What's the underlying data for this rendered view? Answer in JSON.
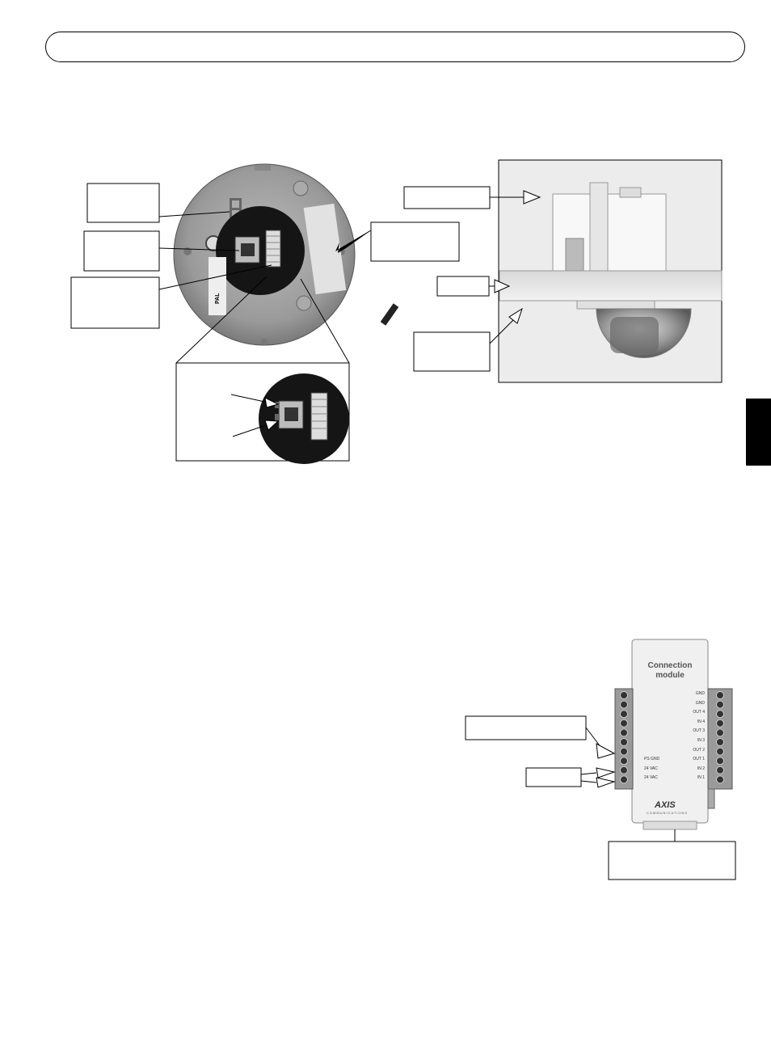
{
  "figure_camera_back": {
    "connector_labels": [
      "PAL"
    ]
  },
  "figure_connection_module": {
    "title_line1": "Connection",
    "title_line2": "module",
    "brand": "AXIS",
    "brand_sub": "COMMUNICATIONS",
    "right_terminals": [
      "GND",
      "GND",
      "OUT 4",
      "IN 4",
      "OUT 3",
      "IN 3",
      "OUT 2",
      "OUT 1",
      "IN 2",
      "IN 1"
    ],
    "left_terminals": [
      "PS GND",
      "24 VAC",
      "24 VAC"
    ]
  },
  "colors": {
    "tab": "#000000",
    "frame": "#000000"
  }
}
